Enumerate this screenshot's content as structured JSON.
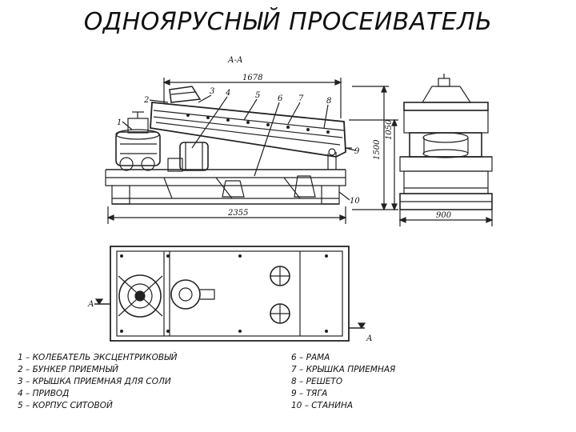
{
  "title": "ОДНОЯРУСНЫЙ ПРОСЕИВАТЕЛЬ",
  "section_label": "А-А",
  "section_marks": [
    "А",
    "А"
  ],
  "dimensions": {
    "top_length": "1678",
    "total_length": "2355",
    "height_total": "1500",
    "height_body": "1050",
    "side_width": "900"
  },
  "callouts": [
    "1",
    "2",
    "3",
    "4",
    "5",
    "6",
    "7",
    "8",
    "9",
    "10"
  ],
  "legend_left": [
    "1 – КОЛЕБАТЕЛЬ ЭКСЦЕНТРИКОВЫЙ",
    "2 – БУНКЕР ПРИЕМНЫЙ",
    "3 – КРЫШКА ПРИЕМНАЯ ДЛЯ СОЛИ",
    "4 – ПРИВОД",
    "5 – КОРПУС СИТОВОЙ"
  ],
  "legend_right": [
    "6 – РАМА",
    "7 – КРЫШКА ПРИЕМНАЯ",
    "8 – РЕШЕТО",
    "9 – ТЯГА",
    "10 – СТАНИНА"
  ]
}
